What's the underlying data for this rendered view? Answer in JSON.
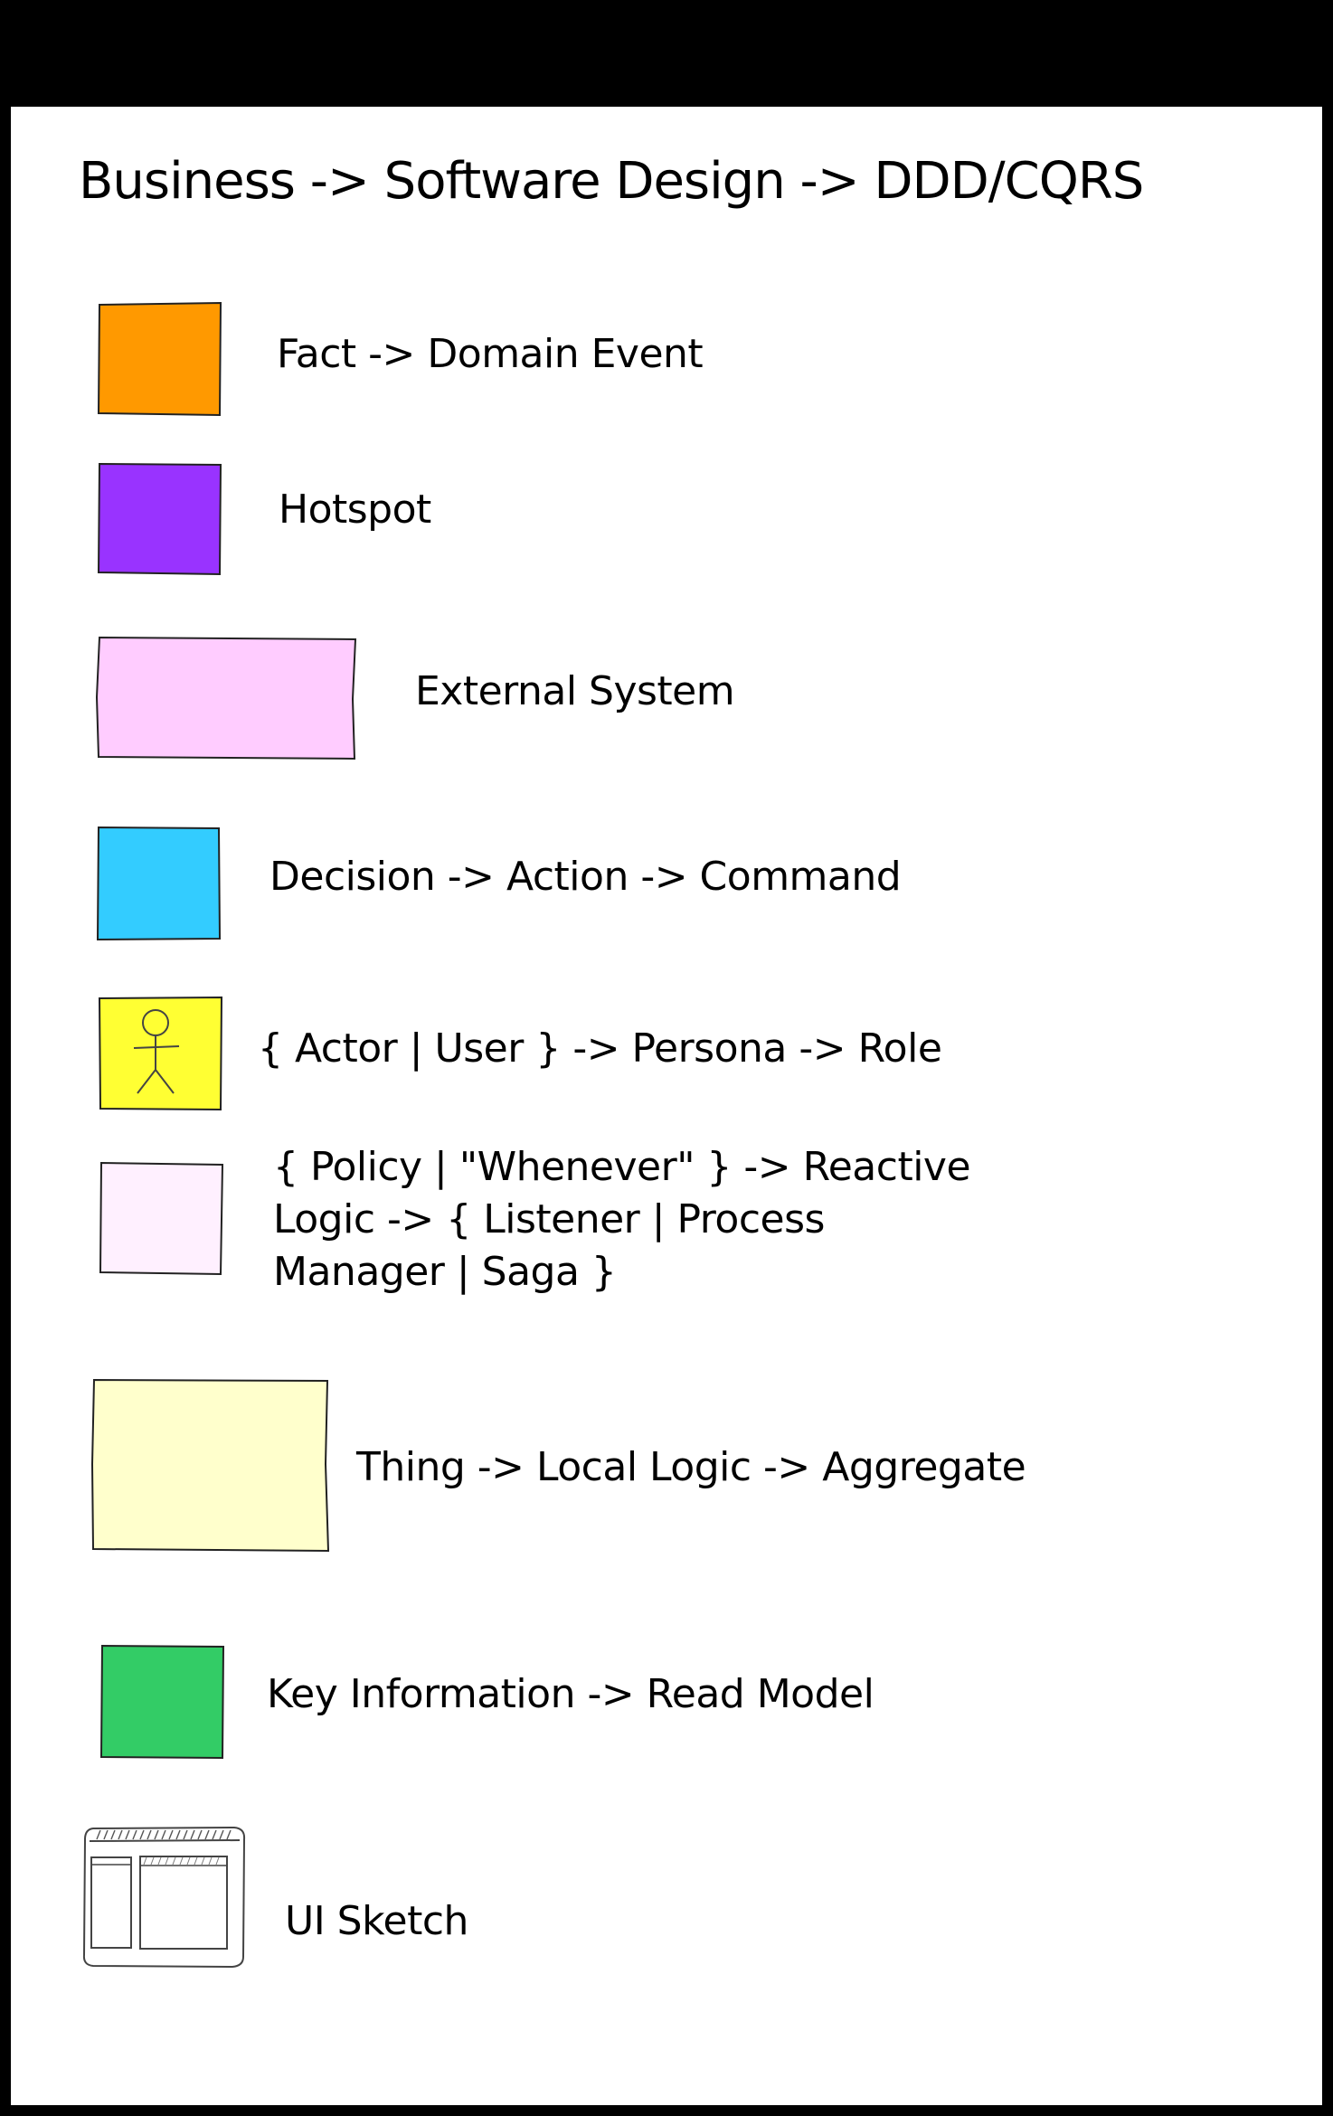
{
  "title": "Business -> Software Design -> DDD/CQRS",
  "legend": [
    {
      "label": "Fact -> Domain Event",
      "color": "#ff9900",
      "icon": "sticky-note"
    },
    {
      "label": "Hotspot",
      "color": "#9933ff",
      "icon": "sticky-note"
    },
    {
      "label": "External System",
      "color": "#ffccff",
      "icon": "sticky-note-wide"
    },
    {
      "label": "Decision -> Action -> Command",
      "color": "#33ccff",
      "icon": "sticky-note"
    },
    {
      "label": "{ Actor | User } -> Persona -> Role",
      "color": "#ffff33",
      "icon": "stick-figure-note"
    },
    {
      "label": "{ Policy | \"Whenever\" } -> Reactive Logic -> { Listener | Process Manager | Saga }",
      "color": "#fff0ff",
      "icon": "sticky-note"
    },
    {
      "label": "Thing -> Local Logic -> Aggregate",
      "color": "#ffffcc",
      "icon": "sticky-note-large"
    },
    {
      "label": "Key Information -> Read Model",
      "color": "#33cc66",
      "icon": "sticky-note"
    },
    {
      "label": "UI Sketch",
      "color": "#ffffff",
      "icon": "ui-sketch"
    }
  ]
}
